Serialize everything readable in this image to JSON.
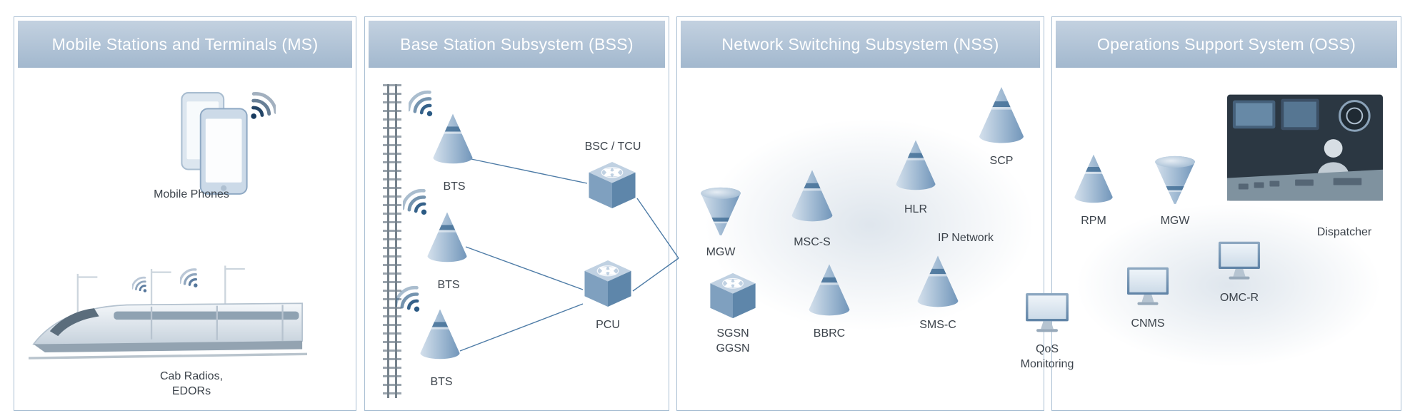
{
  "panels": [
    {
      "title": "Mobile Stations and Terminals (MS)"
    },
    {
      "title": "Base Station Subsystem (BSS)"
    },
    {
      "title": "Network Switching Subsystem (NSS)"
    },
    {
      "title": "Operations Support System (OSS)"
    }
  ],
  "nodes": {
    "mobile_phones": {
      "label": "Mobile Phones"
    },
    "cab_radios": {
      "label": "Cab Radios,\nEDORs"
    },
    "bts_1": {
      "label": "BTS"
    },
    "bts_2": {
      "label": "BTS"
    },
    "bts_3": {
      "label": "BTS"
    },
    "bsc_tcu": {
      "label": "BSC / TCU"
    },
    "pcu": {
      "label": "PCU"
    },
    "mgw_nss": {
      "label": "MGW"
    },
    "msc_s": {
      "label": "MSC-S"
    },
    "hlr": {
      "label": "HLR"
    },
    "scp": {
      "label": "SCP"
    },
    "ip_network": {
      "label": "IP Network"
    },
    "sgsn_ggsn": {
      "label": "SGSN\nGGSN"
    },
    "bbrc": {
      "label": "BBRC"
    },
    "sms_c": {
      "label": "SMS-C"
    },
    "qos_monitoring": {
      "label": "QoS\nMonitoring"
    },
    "rpm": {
      "label": "RPM"
    },
    "mgw_oss": {
      "label": "MGW"
    },
    "cnms": {
      "label": "CNMS"
    },
    "omc_r": {
      "label": "OMC-R"
    },
    "dispatcher": {
      "label": "Dispatcher"
    }
  },
  "colors": {
    "header_background": "#aec0d3",
    "header_text": "#ffffff",
    "panel_border": "#a9bfd3",
    "node_blue": "#8fadc9",
    "band_blue": "#3f6b93",
    "connector_line": "#4d7ba6",
    "label_text": "#3c434b"
  }
}
